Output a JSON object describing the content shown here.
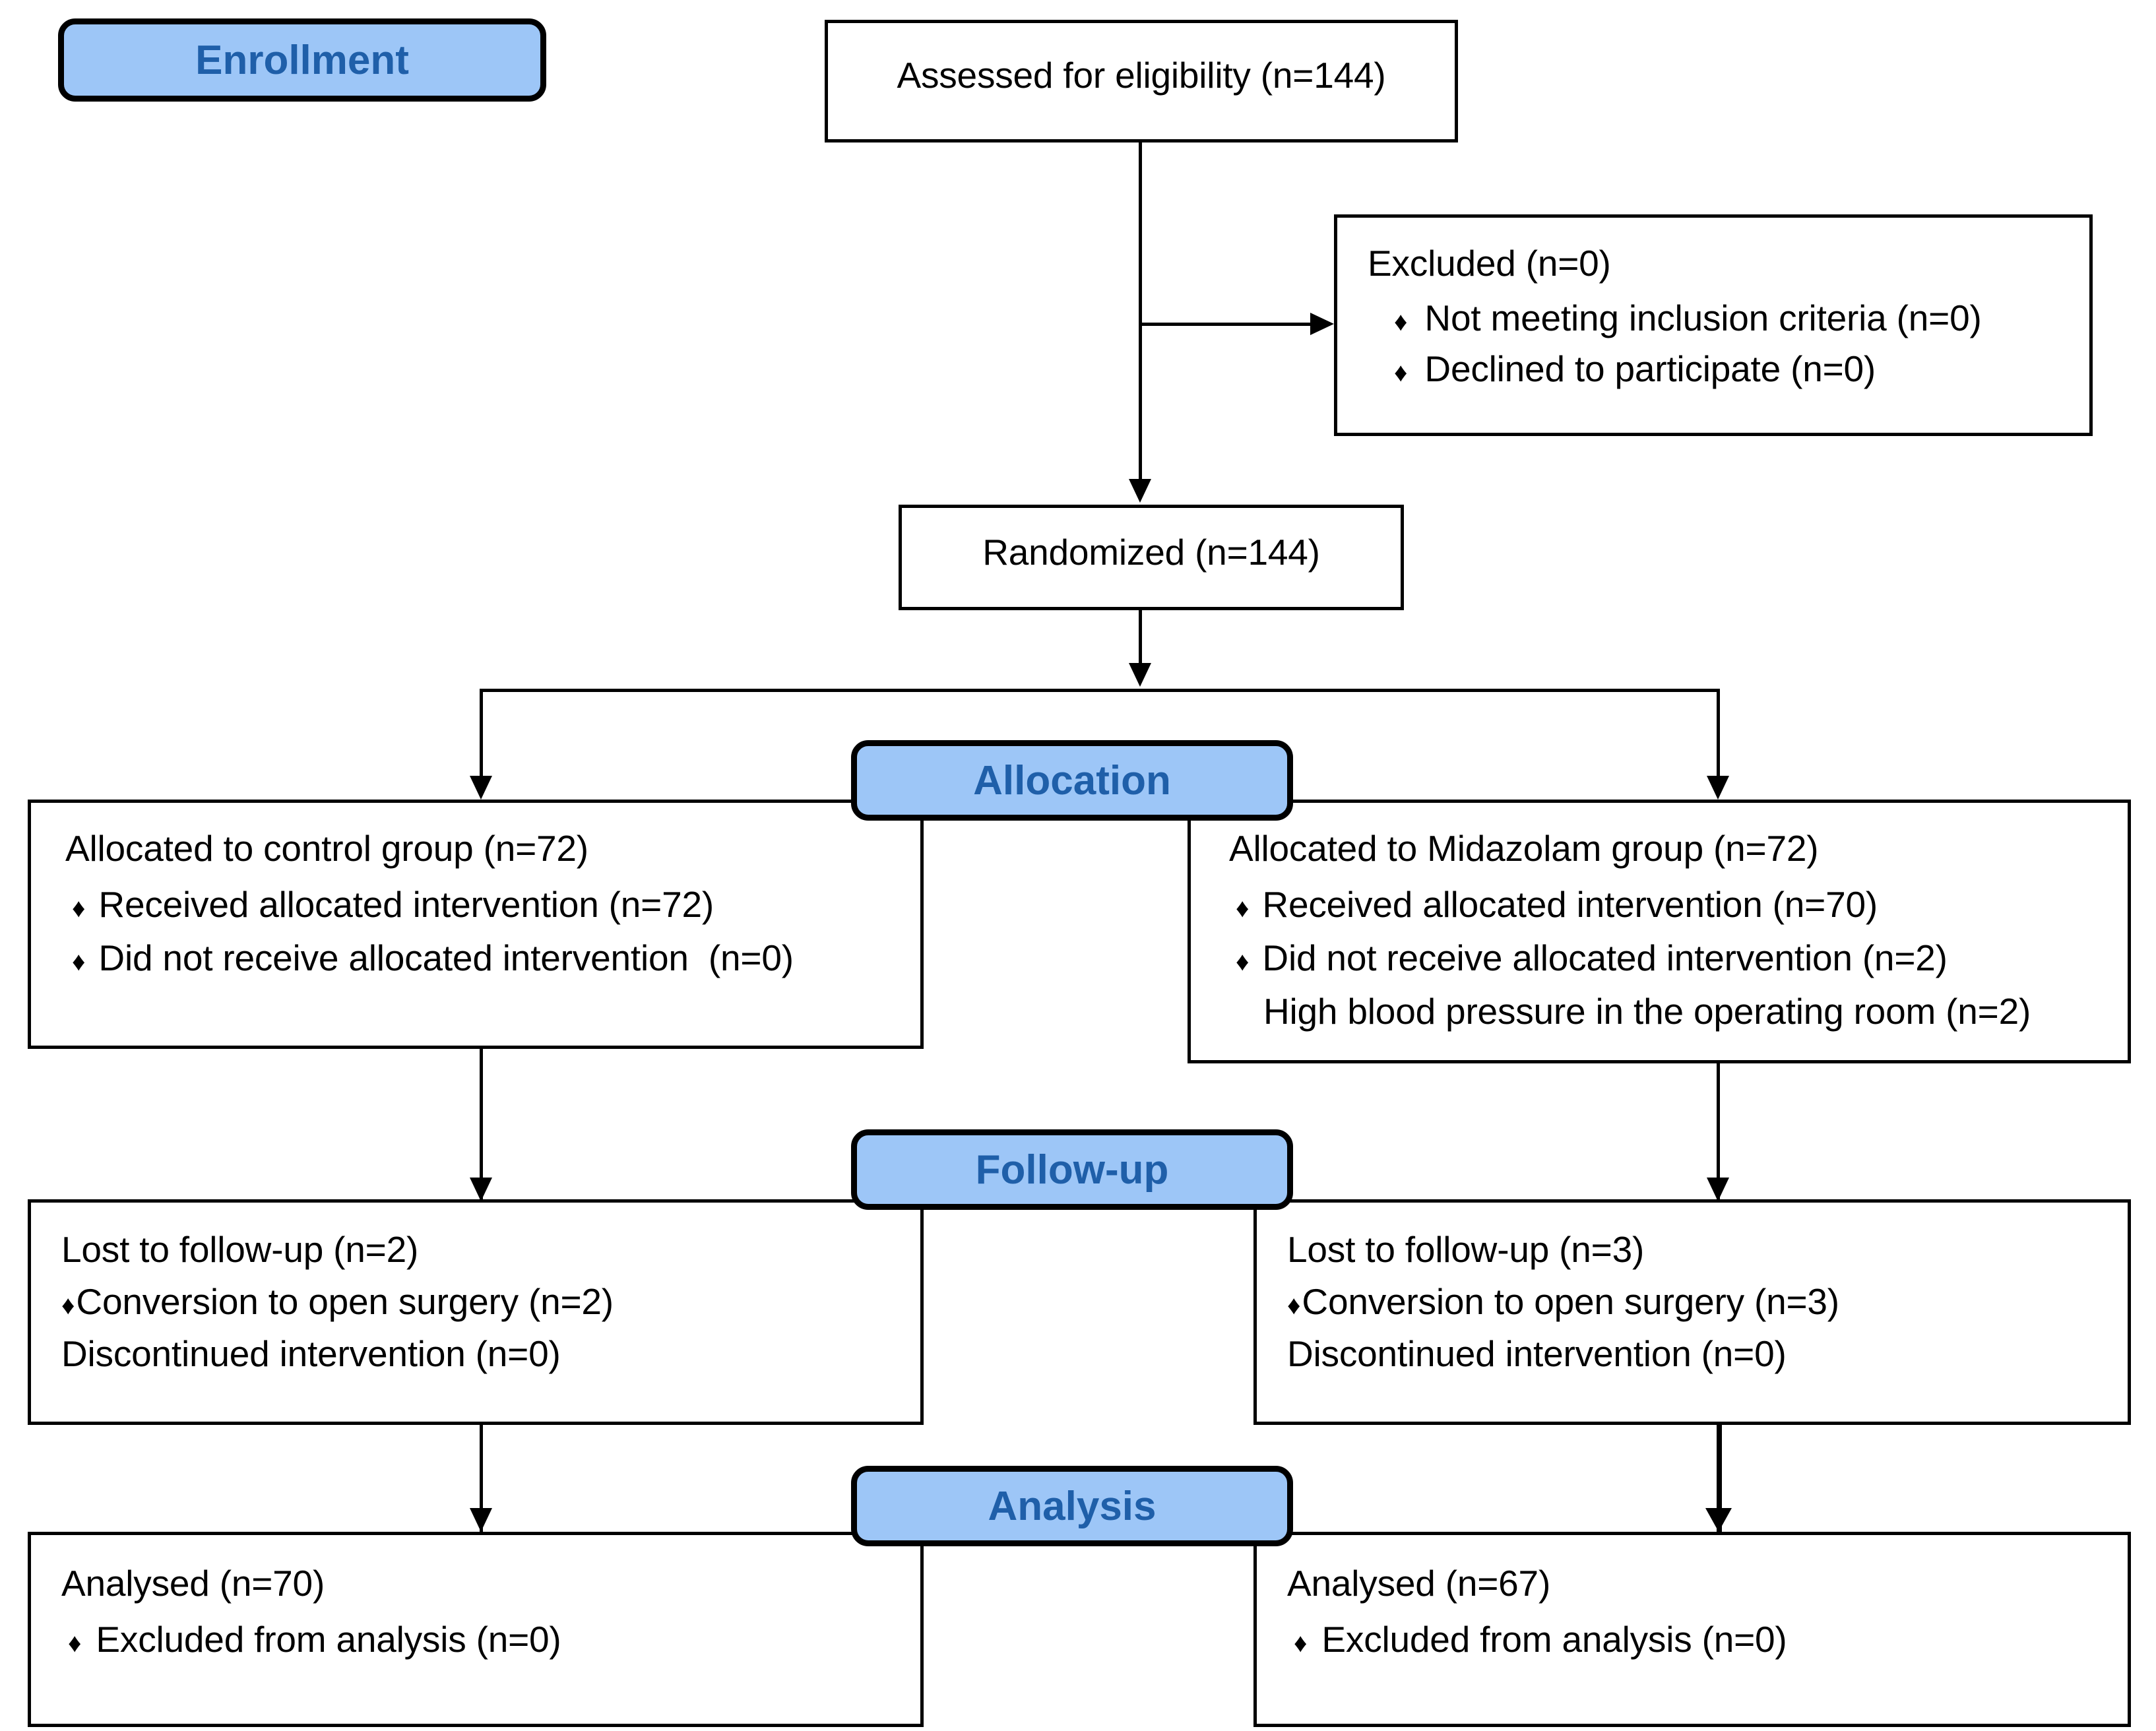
{
  "diagram": {
    "title": "CONSORT participant flow diagram",
    "colors": {
      "stage_fill": "#9DC6F7",
      "stage_text": "#1F5FA9",
      "box_border": "#000000",
      "background": "#FFFFFF",
      "text": "#000000"
    }
  },
  "stages": {
    "enrollment": "Enrollment",
    "allocation": "Allocation",
    "followup": "Follow-up",
    "analysis": "Analysis"
  },
  "nodes": {
    "assessed": {
      "text": "Assessed for eligibility (n=144)"
    },
    "excluded": {
      "heading": "Excluded (n=0)",
      "items": [
        "Not meeting inclusion criteria (n=0)",
        "Declined to participate (n=0)"
      ]
    },
    "randomized": {
      "text": "Randomized (n=144)"
    },
    "allocated_control": {
      "heading": "Allocated to control group (n=72)",
      "items": [
        "Received allocated intervention (n=72)",
        "Did not receive allocated intervention  (n=0)"
      ],
      "notes": []
    },
    "allocated_midazolam": {
      "heading": "Allocated to Midazolam group (n=72)",
      "items": [
        "Received allocated intervention (n=70)",
        "Did not receive allocated intervention (n=2)"
      ],
      "notes": [
        "High blood pressure in the operating room (n=2)"
      ]
    },
    "followup_control": {
      "lost_heading": "Lost to follow-up (n=2)",
      "lost_item": "Conversion to open surgery (n=2)",
      "discontinued": "Discontinued intervention (n=0)"
    },
    "followup_midazolam": {
      "lost_heading": "Lost to follow-up (n=3)",
      "lost_item": "Conversion to open surgery (n=3)",
      "discontinued": "Discontinued intervention (n=0)"
    },
    "analysis_control": {
      "heading": "Analysed (n=70)",
      "items": [
        "Excluded from analysis (n=0)"
      ]
    },
    "analysis_midazolam": {
      "heading": "Analysed (n=67)",
      "items": [
        "Excluded from analysis (n=0)"
      ]
    }
  },
  "icons": {
    "bullet_diamond": "♦"
  }
}
